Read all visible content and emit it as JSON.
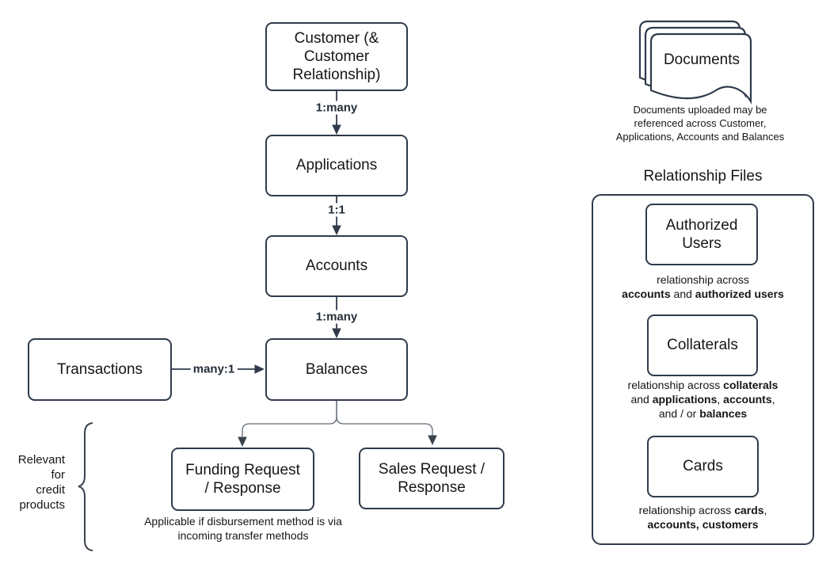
{
  "palette": {
    "stroke_dark": "#2f3b4b",
    "wire_light": "#5f6a75",
    "arrow_fill": "#39434e",
    "text": "#161616",
    "background": "#ffffff"
  },
  "flow": {
    "customer": [
      "Customer (&",
      "Customer",
      "Relationship)"
    ],
    "applications": "Applications",
    "accounts": "Accounts",
    "balances": "Balances",
    "transactions": "Transactions",
    "funding": [
      "Funding Request",
      "/ Response"
    ],
    "sales": [
      "Sales Request /",
      "Response"
    ],
    "edge_customer_applications": "1:many",
    "edge_applications_accounts": "1:1",
    "edge_accounts_balances": "1:many",
    "edge_transactions_balances": "many:1",
    "funding_note": [
      "Applicable if disbursement method is via",
      "incoming transfer methods"
    ],
    "brace_label": [
      "Relevant",
      "for",
      "credit",
      "products"
    ]
  },
  "documents": {
    "label": "Documents",
    "note": [
      "Documents uploaded may be",
      "referenced across Customer,",
      "Applications, Accounts and Balances"
    ]
  },
  "relationship_files": {
    "title": "Relationship Files",
    "authorized_users": {
      "label": [
        "Authorized",
        "Users"
      ],
      "caption": [
        [
          {
            "t": "relationship across",
            "b": false
          }
        ],
        [
          {
            "t": "accounts",
            "b": true
          },
          {
            "t": " and ",
            "b": false
          },
          {
            "t": "authorized users",
            "b": true
          }
        ]
      ]
    },
    "collaterals": {
      "label": "Collaterals",
      "caption": [
        [
          {
            "t": "relationship across ",
            "b": false
          },
          {
            "t": "collaterals",
            "b": true
          }
        ],
        [
          {
            "t": "and ",
            "b": false
          },
          {
            "t": "applications",
            "b": true
          },
          {
            "t": ", ",
            "b": false
          },
          {
            "t": "accounts",
            "b": true
          },
          {
            "t": ",",
            "b": false
          }
        ],
        [
          {
            "t": "and / or ",
            "b": false
          },
          {
            "t": "balances",
            "b": true
          }
        ]
      ]
    },
    "cards": {
      "label": "Cards",
      "caption": [
        [
          {
            "t": "relationship across ",
            "b": false
          },
          {
            "t": "cards",
            "b": true
          },
          {
            "t": ",",
            "b": false
          }
        ],
        [
          {
            "t": "accounts, customers",
            "b": true
          }
        ]
      ]
    }
  }
}
